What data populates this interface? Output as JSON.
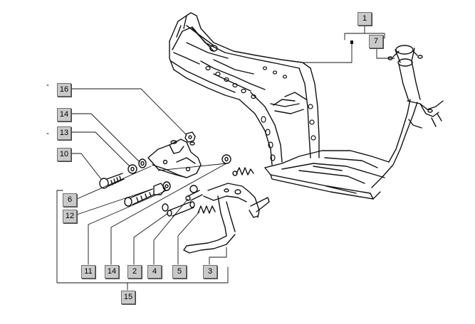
{
  "diagram": {
    "callouts": [
      {
        "id": "c1",
        "label": "1"
      },
      {
        "id": "c7",
        "label": "7"
      },
      {
        "id": "c16",
        "label": "16"
      },
      {
        "id": "c14a",
        "label": "14"
      },
      {
        "id": "c13",
        "label": "13"
      },
      {
        "id": "c10",
        "label": "10"
      },
      {
        "id": "c6",
        "label": "6"
      },
      {
        "id": "c12",
        "label": "12"
      },
      {
        "id": "c11",
        "label": "11"
      },
      {
        "id": "c14b",
        "label": "14"
      },
      {
        "id": "c2",
        "label": "2"
      },
      {
        "id": "c4",
        "label": "4"
      },
      {
        "id": "c5",
        "label": "5"
      },
      {
        "id": "c3",
        "label": "3"
      },
      {
        "id": "c15",
        "label": "15"
      }
    ]
  }
}
